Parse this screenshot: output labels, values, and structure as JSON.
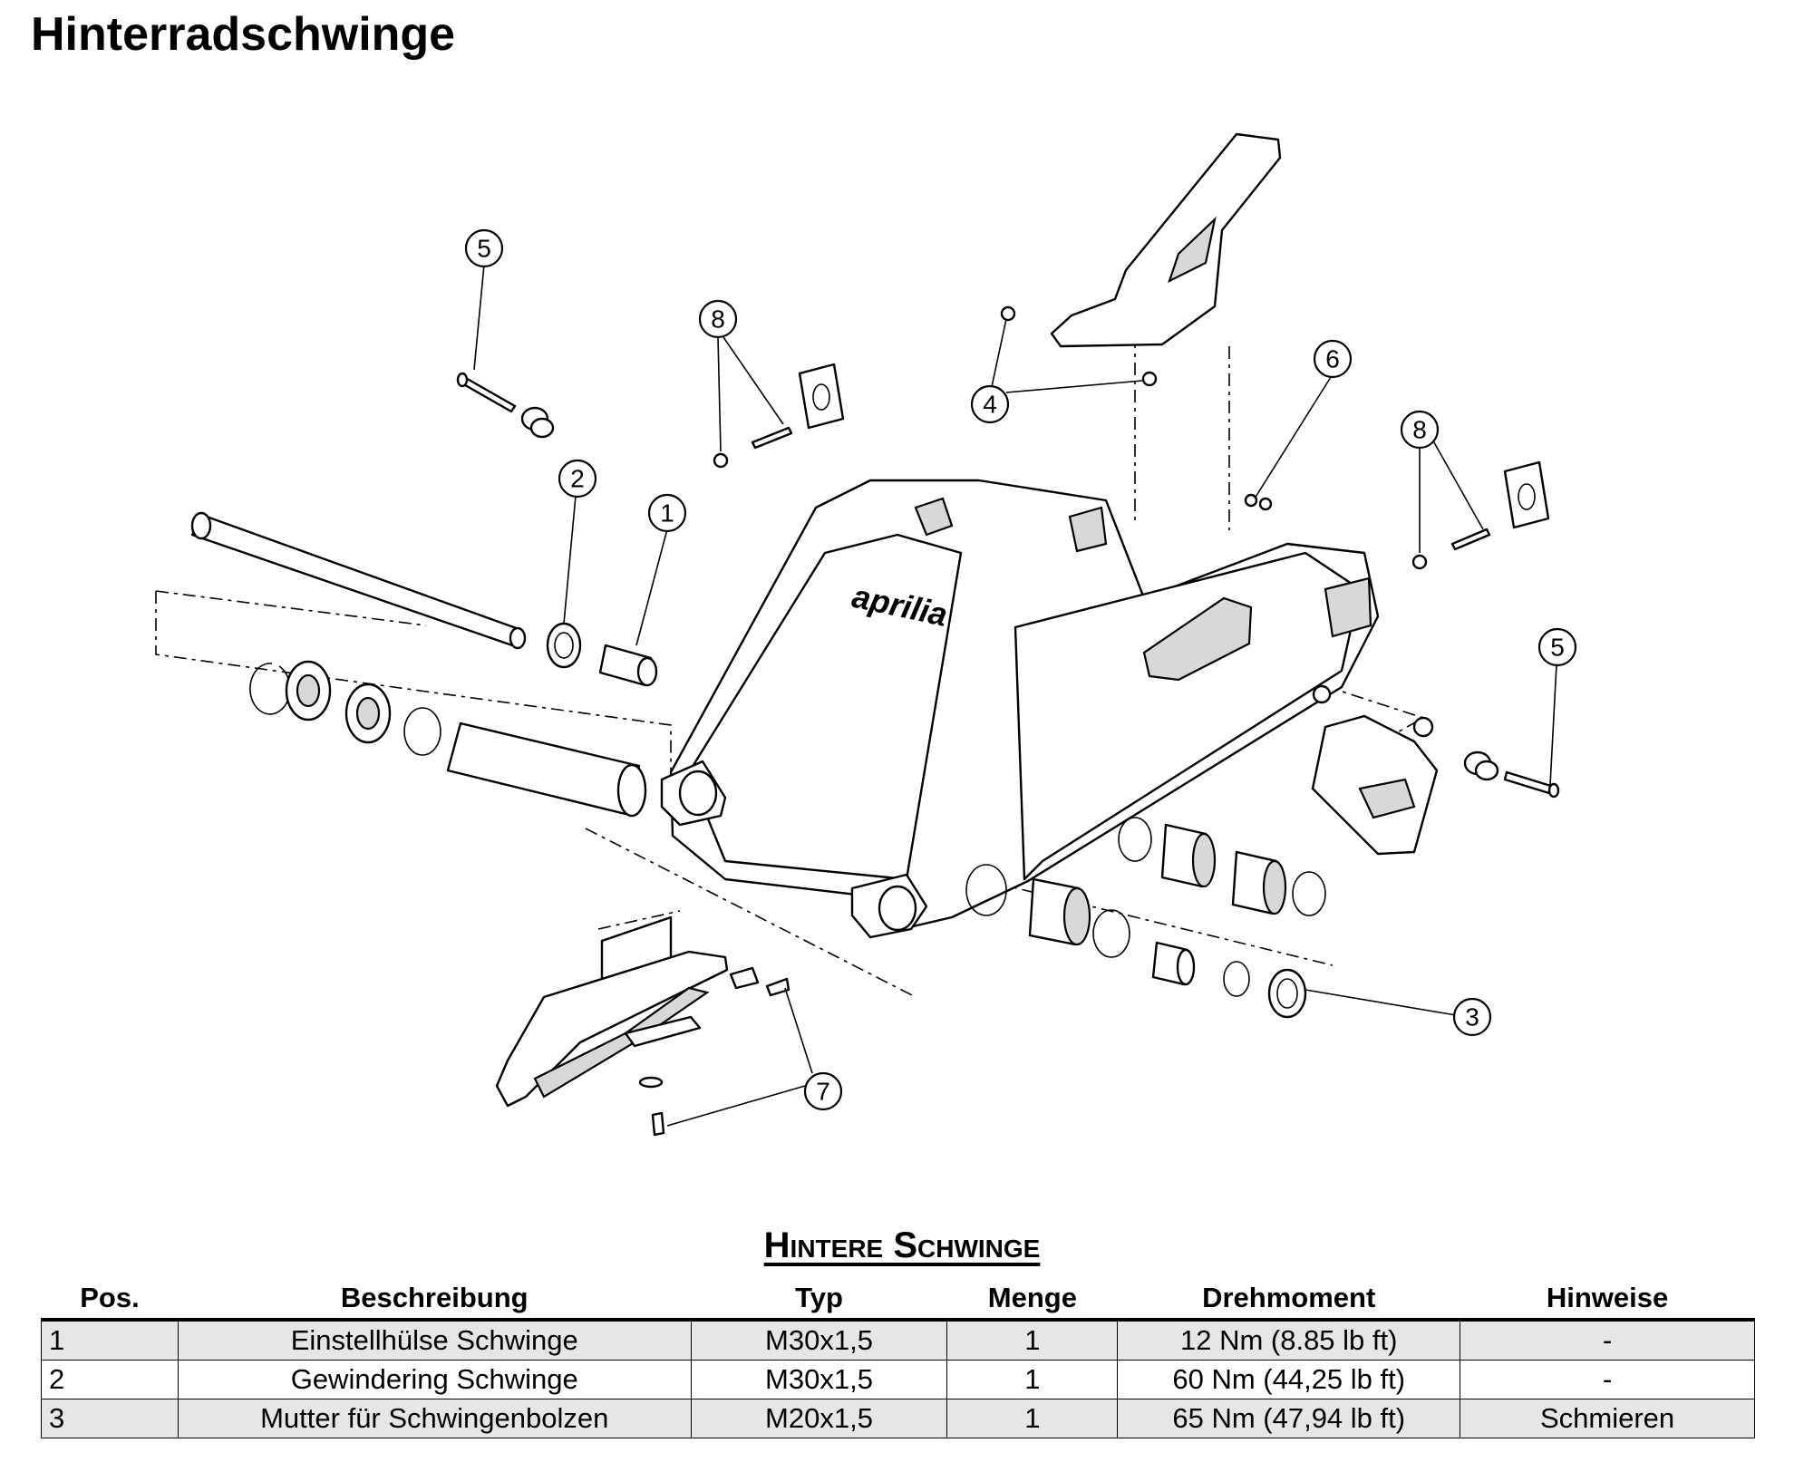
{
  "page": {
    "title": "Hinterradschwinge"
  },
  "diagram": {
    "callouts": [
      "5",
      "8",
      "2",
      "1",
      "4",
      "6",
      "8",
      "5",
      "3",
      "7"
    ],
    "brand_logo_text": "aprilia"
  },
  "table": {
    "heading": "Hintere Schwinge",
    "columns": [
      "Pos.",
      "Beschreibung",
      "Typ",
      "Menge",
      "Drehmoment",
      "Hinweise"
    ],
    "rows": [
      {
        "pos": "1",
        "description": "Einstellhülse Schwinge",
        "type": "M30x1,5",
        "qty": "1",
        "torque": "12 Nm (8.85 lb ft)",
        "notes": "-"
      },
      {
        "pos": "2",
        "description": "Gewindering Schwinge",
        "type": "M30x1,5",
        "qty": "1",
        "torque": "60 Nm (44,25 lb ft)",
        "notes": "-"
      },
      {
        "pos": "3",
        "description": "Mutter für Schwingenbolzen",
        "type": "M20x1,5",
        "qty": "1",
        "torque": "65 Nm (47,94 lb ft)",
        "notes": "Schmieren"
      }
    ]
  }
}
